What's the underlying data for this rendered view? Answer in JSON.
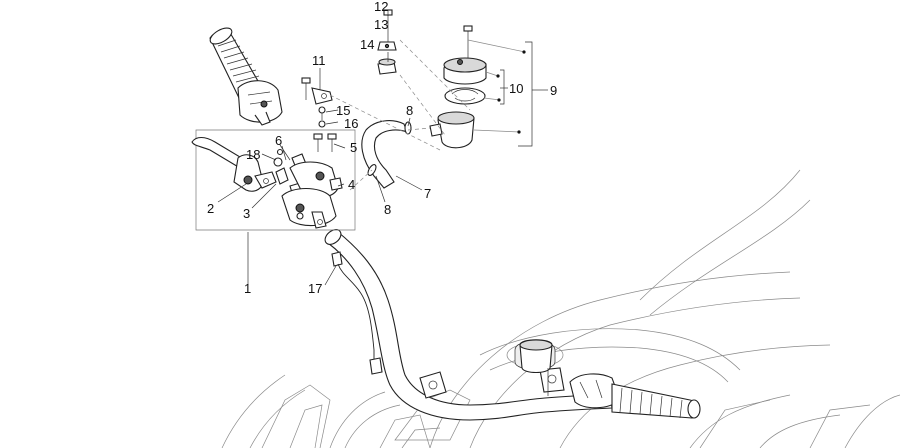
{
  "callouts": [
    "1",
    "2",
    "3",
    "4",
    "5",
    "6",
    "7",
    "8",
    "9",
    "10",
    "11",
    "12",
    "13",
    "14",
    "15",
    "16",
    "17",
    "18"
  ],
  "callout_8_second": "8",
  "colors": {
    "line": "#222222",
    "fill": "#d9d9d9",
    "background": "#ffffff"
  },
  "icons": [
    "grip-icon",
    "brake-lever-icon",
    "master-cylinder-icon",
    "reservoir-icon",
    "hose-icon",
    "handlebar-icon",
    "fuel-tank-icon",
    "switch-cable-icon"
  ]
}
